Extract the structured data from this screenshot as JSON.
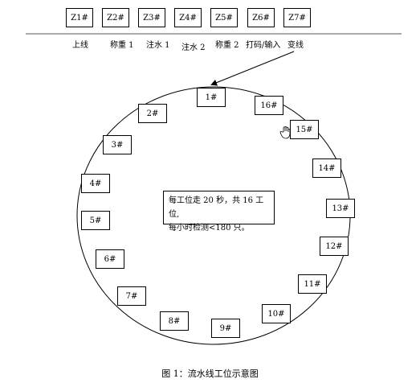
{
  "stations_top": [
    "Z1#",
    "Z2#",
    "Z3#",
    "Z4#",
    "Z5#",
    "Z6#",
    "Z7#"
  ],
  "process_labels": [
    "上线",
    "称重 1",
    "注水 1",
    "注水 2",
    "称重 2",
    "打码/输入",
    "变线"
  ],
  "ring_positions": [
    "1#",
    "2#",
    "3#",
    "4#",
    "5#",
    "6#",
    "7#",
    "8#",
    "9#",
    "10#",
    "11#",
    "12#",
    "13#",
    "14#",
    "15#",
    "16#"
  ],
  "note": {
    "line1": "每工位走 20 秒，共 16 工位,",
    "line2": "每小时检测<180 只。"
  },
  "cursor_icon": "hand-cursor-icon",
  "caption": "图 1：流水线工位示意图"
}
